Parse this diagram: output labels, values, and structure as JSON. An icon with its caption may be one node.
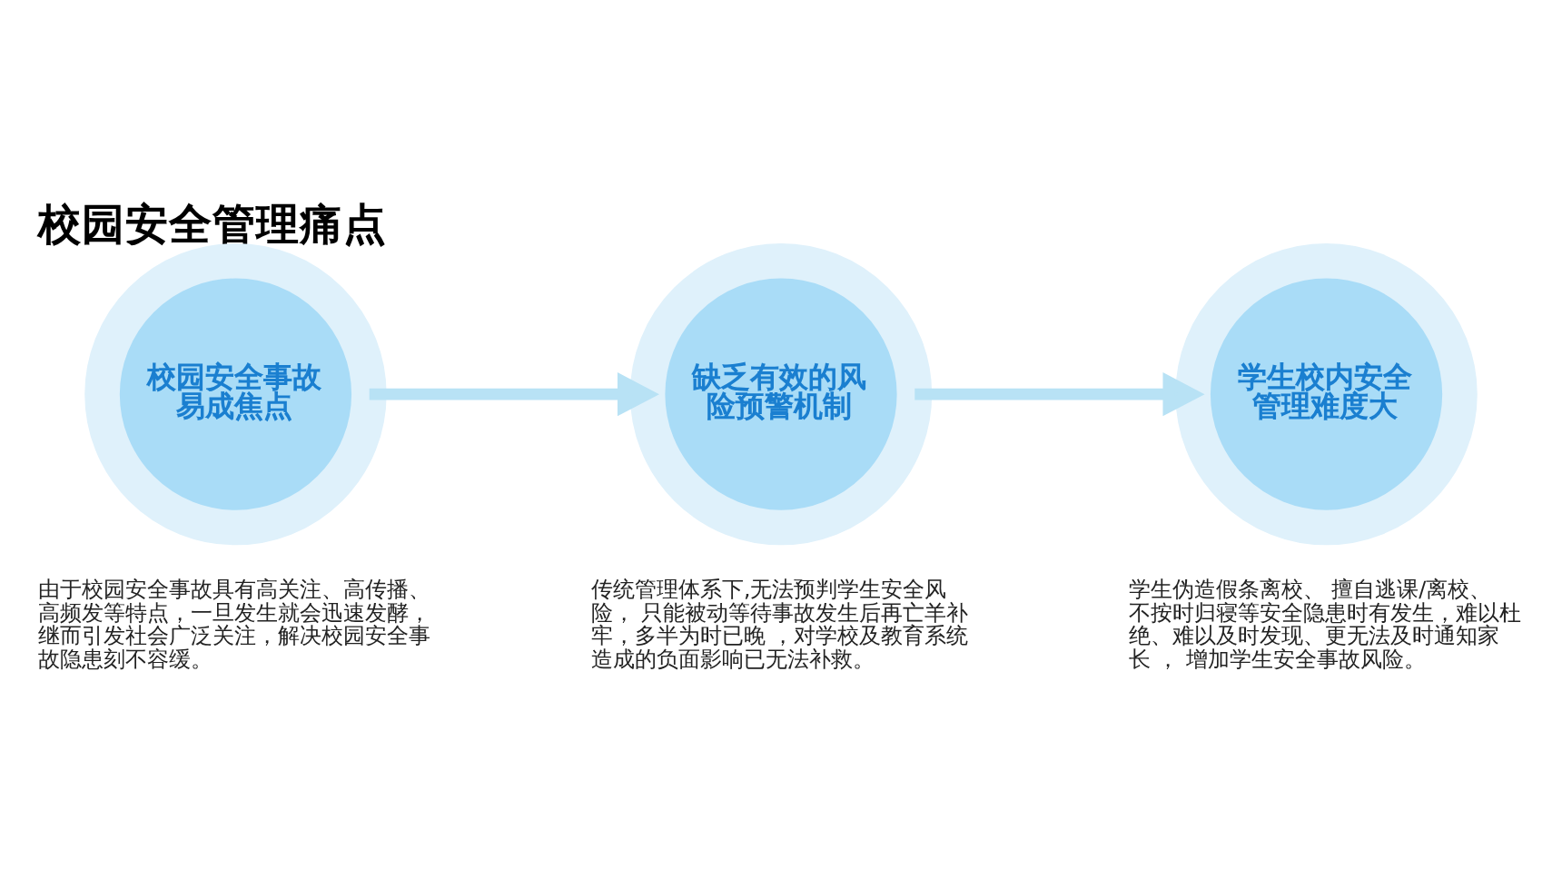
{
  "diagram": {
    "title": "校园安全管理痛点",
    "nodes": [
      {
        "text": [
          "校园安全事故易成焦点"
        ],
        "beside": [
          "由于校园安全事故具有高关注、高传播、高频发等特点，一旦发生就会迅速发酵，继而引发社会广泛关注，解决校园安全事故隐患刻不容缓。"
        ]
      },
      {
        "text": [
          "缺乏有效的风险预警机制"
        ],
        "beside": [
          "传统管理体系下,无法预判学生安全风险， 只能被动等待事故发生后再亡羊补牢，多半为时已晚 ，对学校及教育系统造成的负面影响已无法补救。"
        ]
      },
      {
        "text": [
          "学生校内安全管理难度大"
        ],
        "beside": [
          "学生伪造假条离校、 擅自逃课/离校、不按时归寝等安全隐患时有发生，难以杜绝、难以及时发现、更无法及时通知家长 ， 增加学生安全事故风险。"
        ]
      }
    ],
    "edges": [
      {
        "from": 0,
        "to": 1,
        "arrow": "to"
      },
      {
        "from": 1,
        "to": 2,
        "arrow": "to"
      }
    ]
  }
}
